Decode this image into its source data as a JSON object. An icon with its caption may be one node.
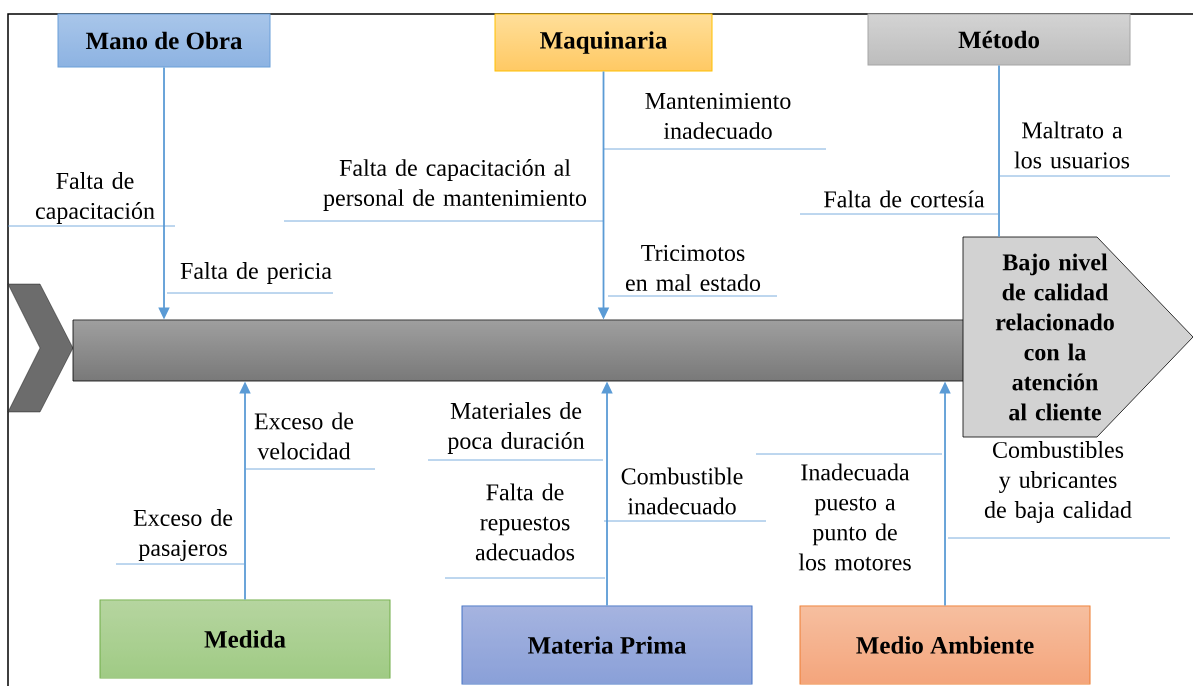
{
  "diagram": {
    "nodes": [
      {
        "text": [
          "Mano de Obra"
        ]
      },
      {
        "text": [
          "Maquinaria"
        ]
      },
      {
        "text": [
          "Método"
        ]
      },
      {
        "text": [
          "Medida"
        ]
      },
      {
        "text": [
          "Materia Prima"
        ]
      },
      {
        "text": [
          "Medio Ambiente"
        ]
      },
      {
        "text": [],
        "shape": "bar"
      },
      {
        "text": [
          "Bajo nivel de calidad relacionado con la atención al cliente"
        ]
      }
    ],
    "edges": [
      {
        "from": 0,
        "to": 6,
        "arrow": "to"
      },
      {
        "from": 1,
        "to": 6,
        "arrow": "to"
      },
      {
        "from": 2,
        "to": 7,
        "arrow": "none"
      },
      {
        "from": 3,
        "to": 6,
        "arrow": "to"
      },
      {
        "from": 4,
        "to": 6,
        "arrow": "to"
      },
      {
        "from": 5,
        "to": 6,
        "arrow": "to"
      }
    ],
    "labels": [
      "Falta de capacitación",
      "Falta de pericia",
      "Falta de capacitación al personal de mantenimiento",
      "Mantenimiento inadecuado",
      "Tricimotos en mal estado",
      "Maltrato a los usuarios",
      "Falta de cortesía",
      "Exceso de velocidad",
      "Exceso de pasajeros",
      "Materiales de poca duración",
      "Falta de repuestos adecuados",
      "Combustible inadecuado",
      "Inadecuada puesto a punto de los motores",
      "Combustibles y ubricantes de baja calidad"
    ]
  }
}
